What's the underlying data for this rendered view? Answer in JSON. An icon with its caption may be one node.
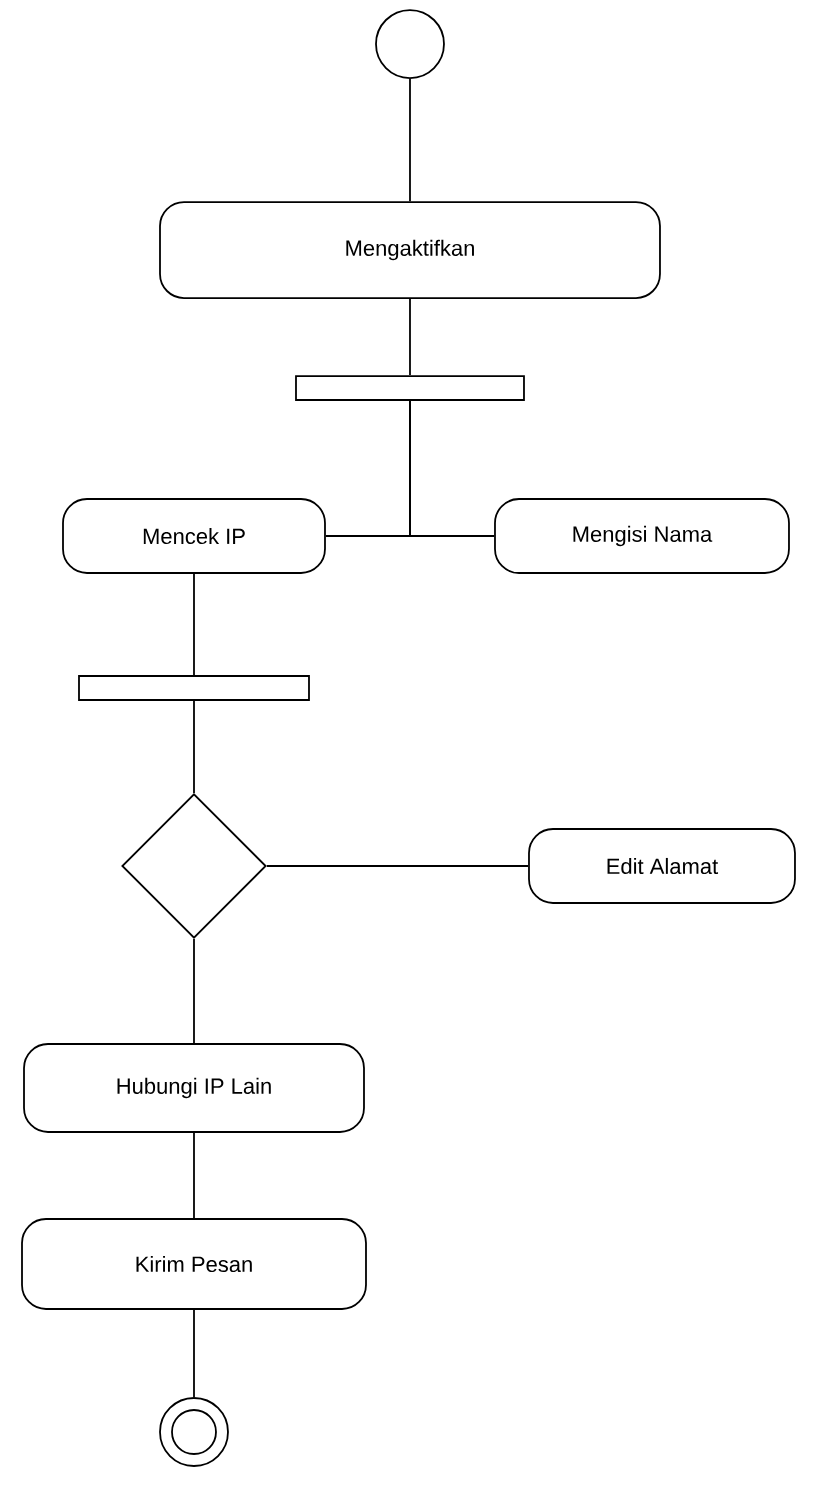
{
  "diagram": {
    "nodes": [
      {
        "text": [],
        "shape": "circle"
      },
      {
        "text": [
          "Mengaktifkan"
        ]
      },
      {
        "text": [],
        "shape": "bar"
      },
      {
        "text": [
          "Mencek IP"
        ]
      },
      {
        "text": [
          "Mengisi Nama"
        ]
      },
      {
        "text": [],
        "shape": "bar"
      },
      {
        "text": [],
        "shape": "diamond"
      },
      {
        "text": [
          "Edit Alamat"
        ]
      },
      {
        "text": [
          "Hubungi IP Lain"
        ]
      },
      {
        "text": [
          "Kirim Pesan"
        ]
      },
      {
        "text": [],
        "shape": "circle"
      }
    ],
    "edges": [
      {
        "from": 0,
        "to": 1,
        "arrow": "none"
      },
      {
        "from": 1,
        "to": 2,
        "arrow": "none"
      },
      {
        "from": 2,
        "to": 3,
        "arrow": "none"
      },
      {
        "from": 2,
        "to": 4,
        "arrow": "none"
      },
      {
        "from": 3,
        "to": 5,
        "arrow": "none"
      },
      {
        "from": 5,
        "to": 6,
        "arrow": "none"
      },
      {
        "from": 6,
        "to": 7,
        "arrow": "none"
      },
      {
        "from": 6,
        "to": 8,
        "arrow": "none"
      },
      {
        "from": 8,
        "to": 9,
        "arrow": "none"
      },
      {
        "from": 9,
        "to": 10,
        "arrow": "none"
      }
    ]
  }
}
